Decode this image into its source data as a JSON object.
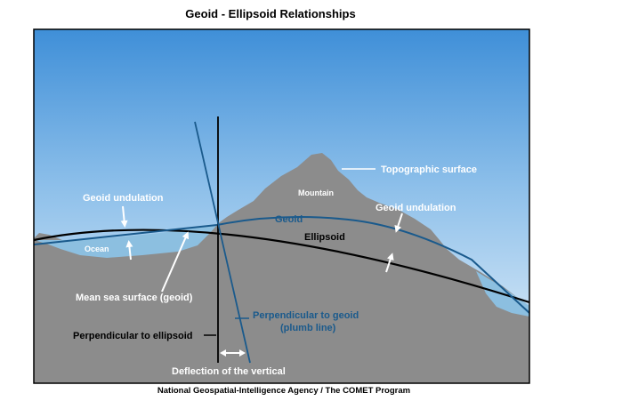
{
  "title": "Geoid - Ellipsoid Relationships",
  "credit": "National Geospatial-Intelligence Agency / The COMET Program",
  "labels": {
    "topographic_surface": "Topographic surface",
    "mountain": "Mountain",
    "geoid_undulation_left": "Geoid undulation",
    "geoid_undulation_right": "Geoid undulation",
    "geoid": "Geoid",
    "ellipsoid": "Ellipsoid",
    "ocean": "Ocean",
    "mean_sea_surface": "Mean sea surface (geoid)",
    "perpendicular_to_geoid_line1": "Perpendicular to geoid",
    "perpendicular_to_geoid_line2": "(plumb line)",
    "perpendicular_to_ellipsoid": "Perpendicular to ellipsoid",
    "deflection_of_vertical": "Deflection of the vertical"
  },
  "colors": {
    "sky_top": "#3f8fd8",
    "sky_bottom": "#dcebf8",
    "ground": "#8c8c8c",
    "water": "#8cbfe0",
    "geoid_line": "#1a5a8c",
    "ellipsoid_line": "#000000"
  }
}
